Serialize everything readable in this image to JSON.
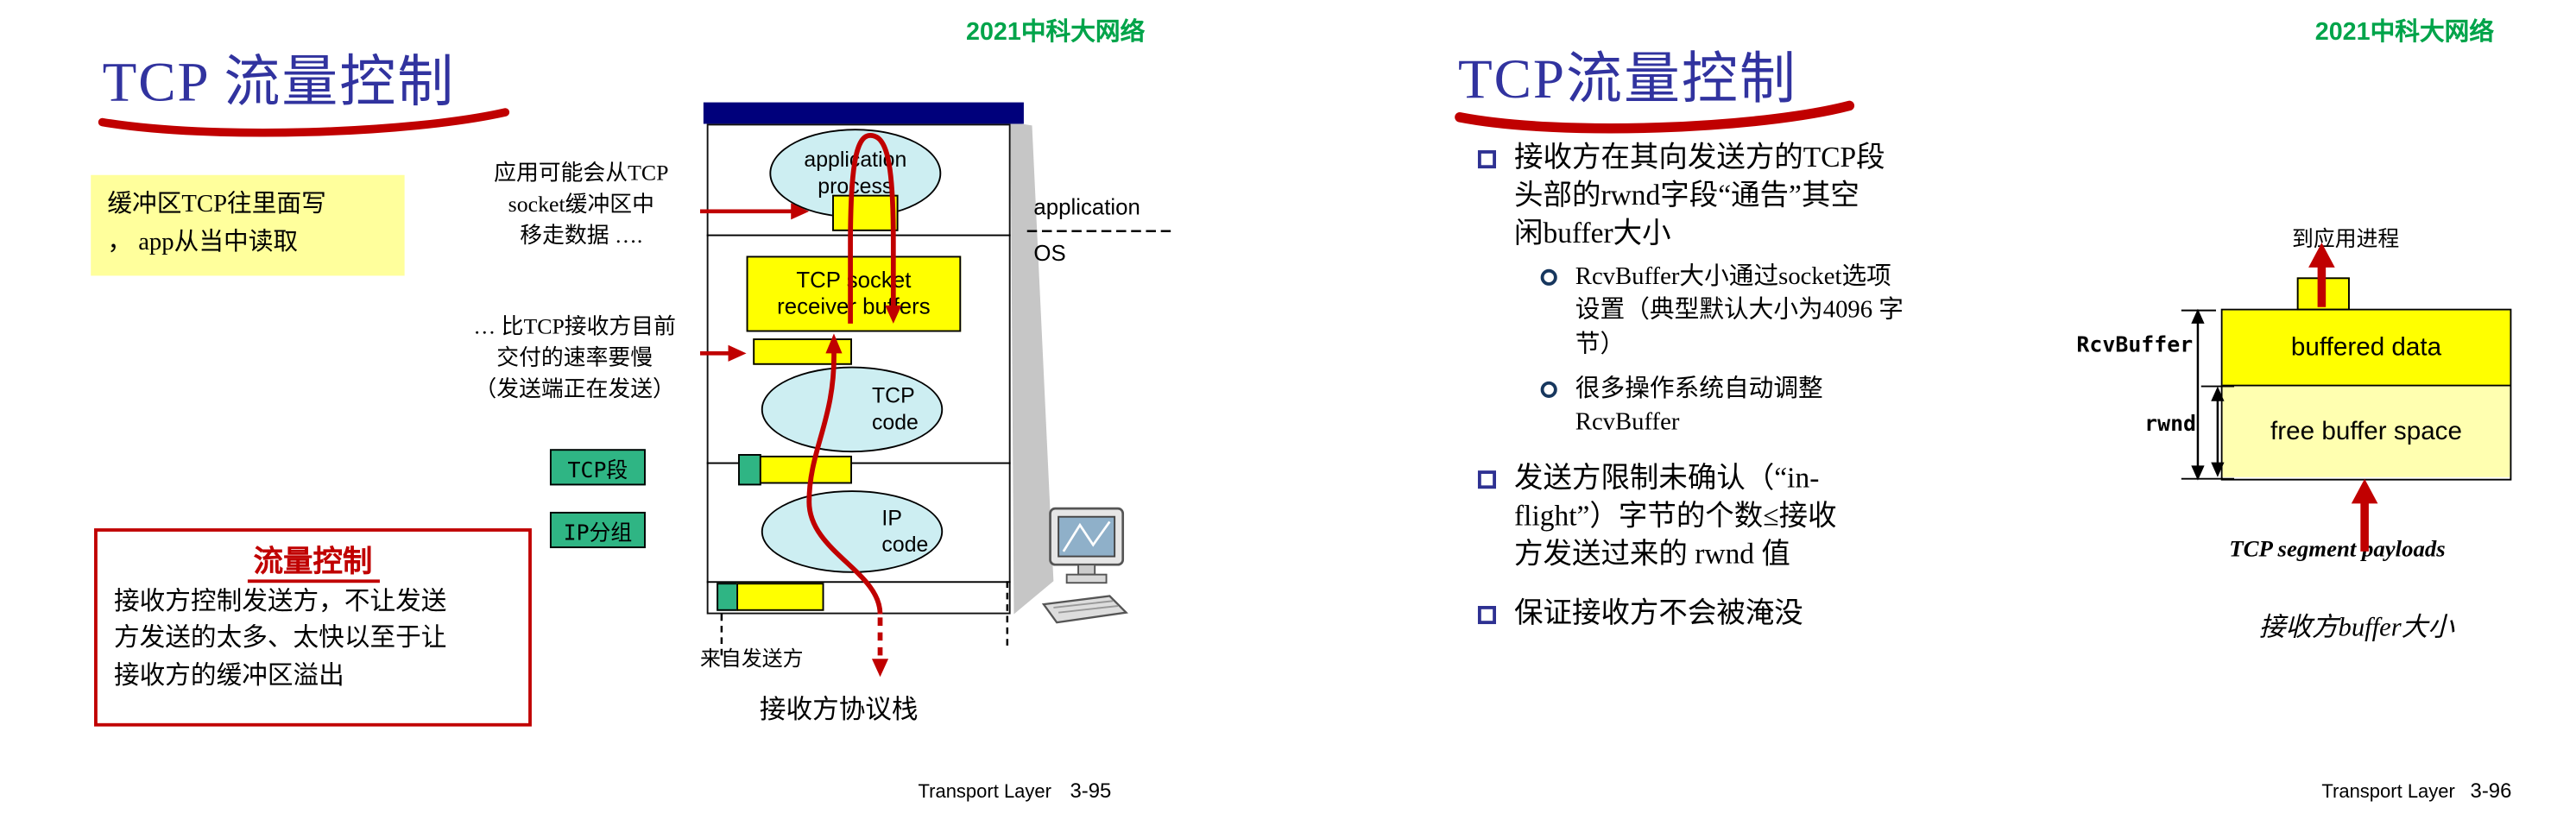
{
  "slide_left": {
    "header": "2021中科大网络",
    "title": "TCP 流量控制",
    "note_box": "缓冲区TCP往里面写\n， app从当中读取",
    "annotation_app_reads": "应用可能会从TCP\nsocket缓冲区中\n移走数据 ….",
    "annotation_slower": "… 比TCP接收方目前\n交付的速率要慢\n（发送端正在发送）",
    "stack": {
      "application_process": "application\nprocess",
      "socket_buffers": "TCP socket\nreceiver buffers",
      "tcp_code": "TCP\ncode",
      "ip_code": "IP\ncode",
      "label_application": "application",
      "label_os": "OS",
      "tcp_segment_tag": "TCP段",
      "ip_packet_tag": "IP分组",
      "from_sender": "来自发送方",
      "caption": "接收方协议栈"
    },
    "flow_control_box": {
      "title": "流量控制",
      "body": "接收方控制发送方，不让发送\n方发送的太多、太快以至于让\n接收方的缓冲区溢出"
    },
    "footer": {
      "label": "Transport Layer",
      "page": "3-95"
    }
  },
  "slide_right": {
    "header": "2021中科大网络",
    "title": "TCP流量控制",
    "bullets": [
      {
        "level": 1,
        "text": "接收方在其向发送方的TCP段\n头部的rwnd字段“通告”其空\n闲buffer大小"
      },
      {
        "level": 2,
        "text": "RcvBuffer大小通过socket选项\n设置（典型默认大小为4096 字\n节）"
      },
      {
        "level": 2,
        "text": "很多操作系统自动调整\nRcvBuffer"
      },
      {
        "level": 1,
        "text": "发送方限制未确认（“in-\nflight”）字节的个数≤接收\n方发送过来的 rwnd 值"
      },
      {
        "level": 1,
        "text": "保证接收方不会被淹没"
      }
    ],
    "buffer_diagram": {
      "to_app": "到应用进程",
      "rcvbuffer_label": "RcvBuffer",
      "rwnd_label": "rwnd",
      "buffered_data": "buffered data",
      "free_space": "free buffer space",
      "payloads": "TCP segment payloads",
      "caption": "接收方buffer大小"
    },
    "footer": {
      "label": "Transport Layer",
      "page": "3-96"
    }
  },
  "colors": {
    "header_green": "#00A44A",
    "title_navy": "#31339F",
    "accent_red": "#C00000",
    "buffer_yellow": "#FFFF00",
    "free_buffer_yellow": "#FFFFB0",
    "note_yellow": "#FFFF9C",
    "ellipse_cyan": "#CDEEF2",
    "segment_green": "#2FB584",
    "stack_navy": "#00007B"
  }
}
